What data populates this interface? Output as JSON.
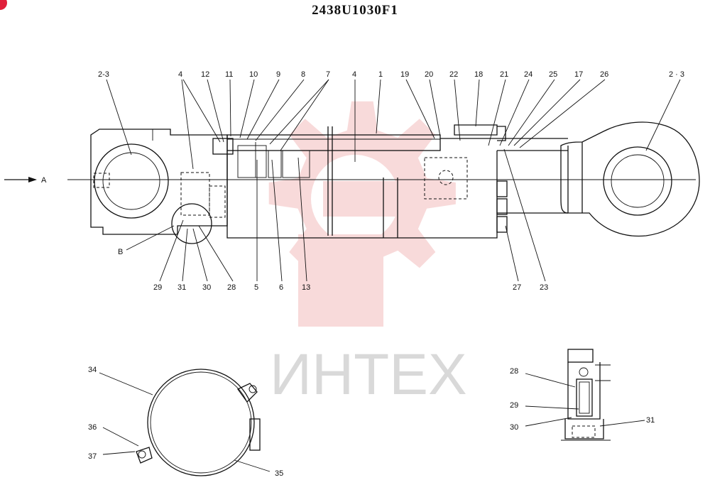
{
  "title": "2438U1030F1",
  "watermark": {
    "text": "ИНТЕХ",
    "color": "#f2b6b6"
  },
  "arrow_label": "A",
  "main_callouts": {
    "top": [
      "2-3",
      "4",
      "12",
      "11",
      "10",
      "9",
      "8",
      "7",
      "4",
      "1",
      "19",
      "20",
      "22",
      "18",
      "21",
      "24",
      "25",
      "17",
      "26",
      "2 · 3"
    ],
    "bottom": [
      "B",
      "29",
      "31",
      "30",
      "28",
      "5",
      "6",
      "13",
      "27",
      "23"
    ]
  },
  "clamp_callouts": [
    "34",
    "36",
    "37",
    "35"
  ],
  "detail_callouts": [
    "28",
    "29",
    "30",
    "31"
  ]
}
